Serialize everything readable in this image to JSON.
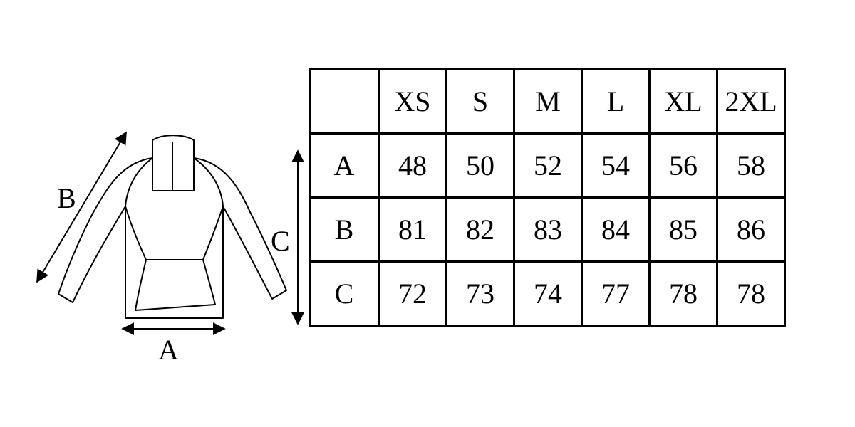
{
  "diagram": {
    "label_a": "A",
    "label_b": "B",
    "label_c": "C"
  },
  "table": {
    "corner": "",
    "sizes": [
      "XS",
      "S",
      "M",
      "L",
      "XL",
      "2XL"
    ],
    "rows": [
      {
        "label": "A",
        "values": [
          "48",
          "50",
          "52",
          "54",
          "56",
          "58"
        ]
      },
      {
        "label": "B",
        "values": [
          "81",
          "82",
          "83",
          "84",
          "85",
          "86"
        ]
      },
      {
        "label": "C",
        "values": [
          "72",
          "73",
          "74",
          "77",
          "78",
          "78"
        ]
      }
    ]
  }
}
